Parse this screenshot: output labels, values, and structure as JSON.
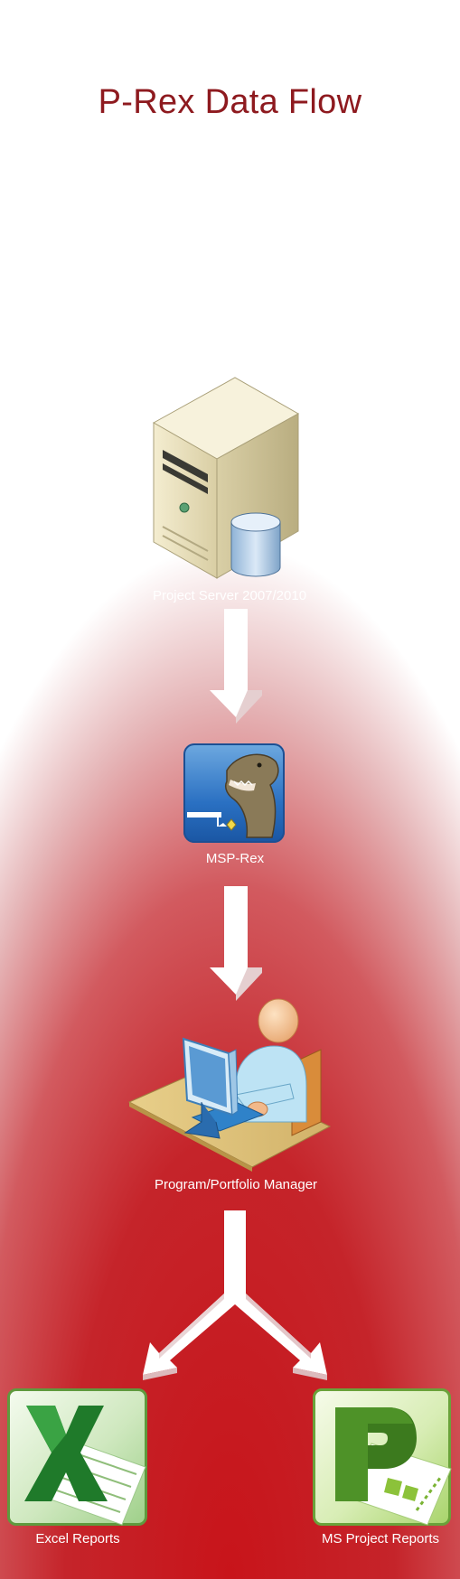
{
  "title": "P-Rex Data Flow",
  "nodes": {
    "server": {
      "label": "Project Server 2007/2010",
      "icon": "server-database-icon"
    },
    "msprex": {
      "label": "MSP-Rex",
      "icon": "msp-rex-app-icon"
    },
    "manager": {
      "label": "Program/Portfolio Manager",
      "icon": "person-at-desk-icon"
    },
    "excel": {
      "label": "Excel Reports",
      "icon": "excel-icon"
    },
    "project": {
      "label": "MS Project Reports",
      "icon": "ms-project-icon"
    }
  },
  "colors": {
    "title": "#8e1a1f",
    "background_red": "#c8141a",
    "label_text": "#ffffff"
  }
}
